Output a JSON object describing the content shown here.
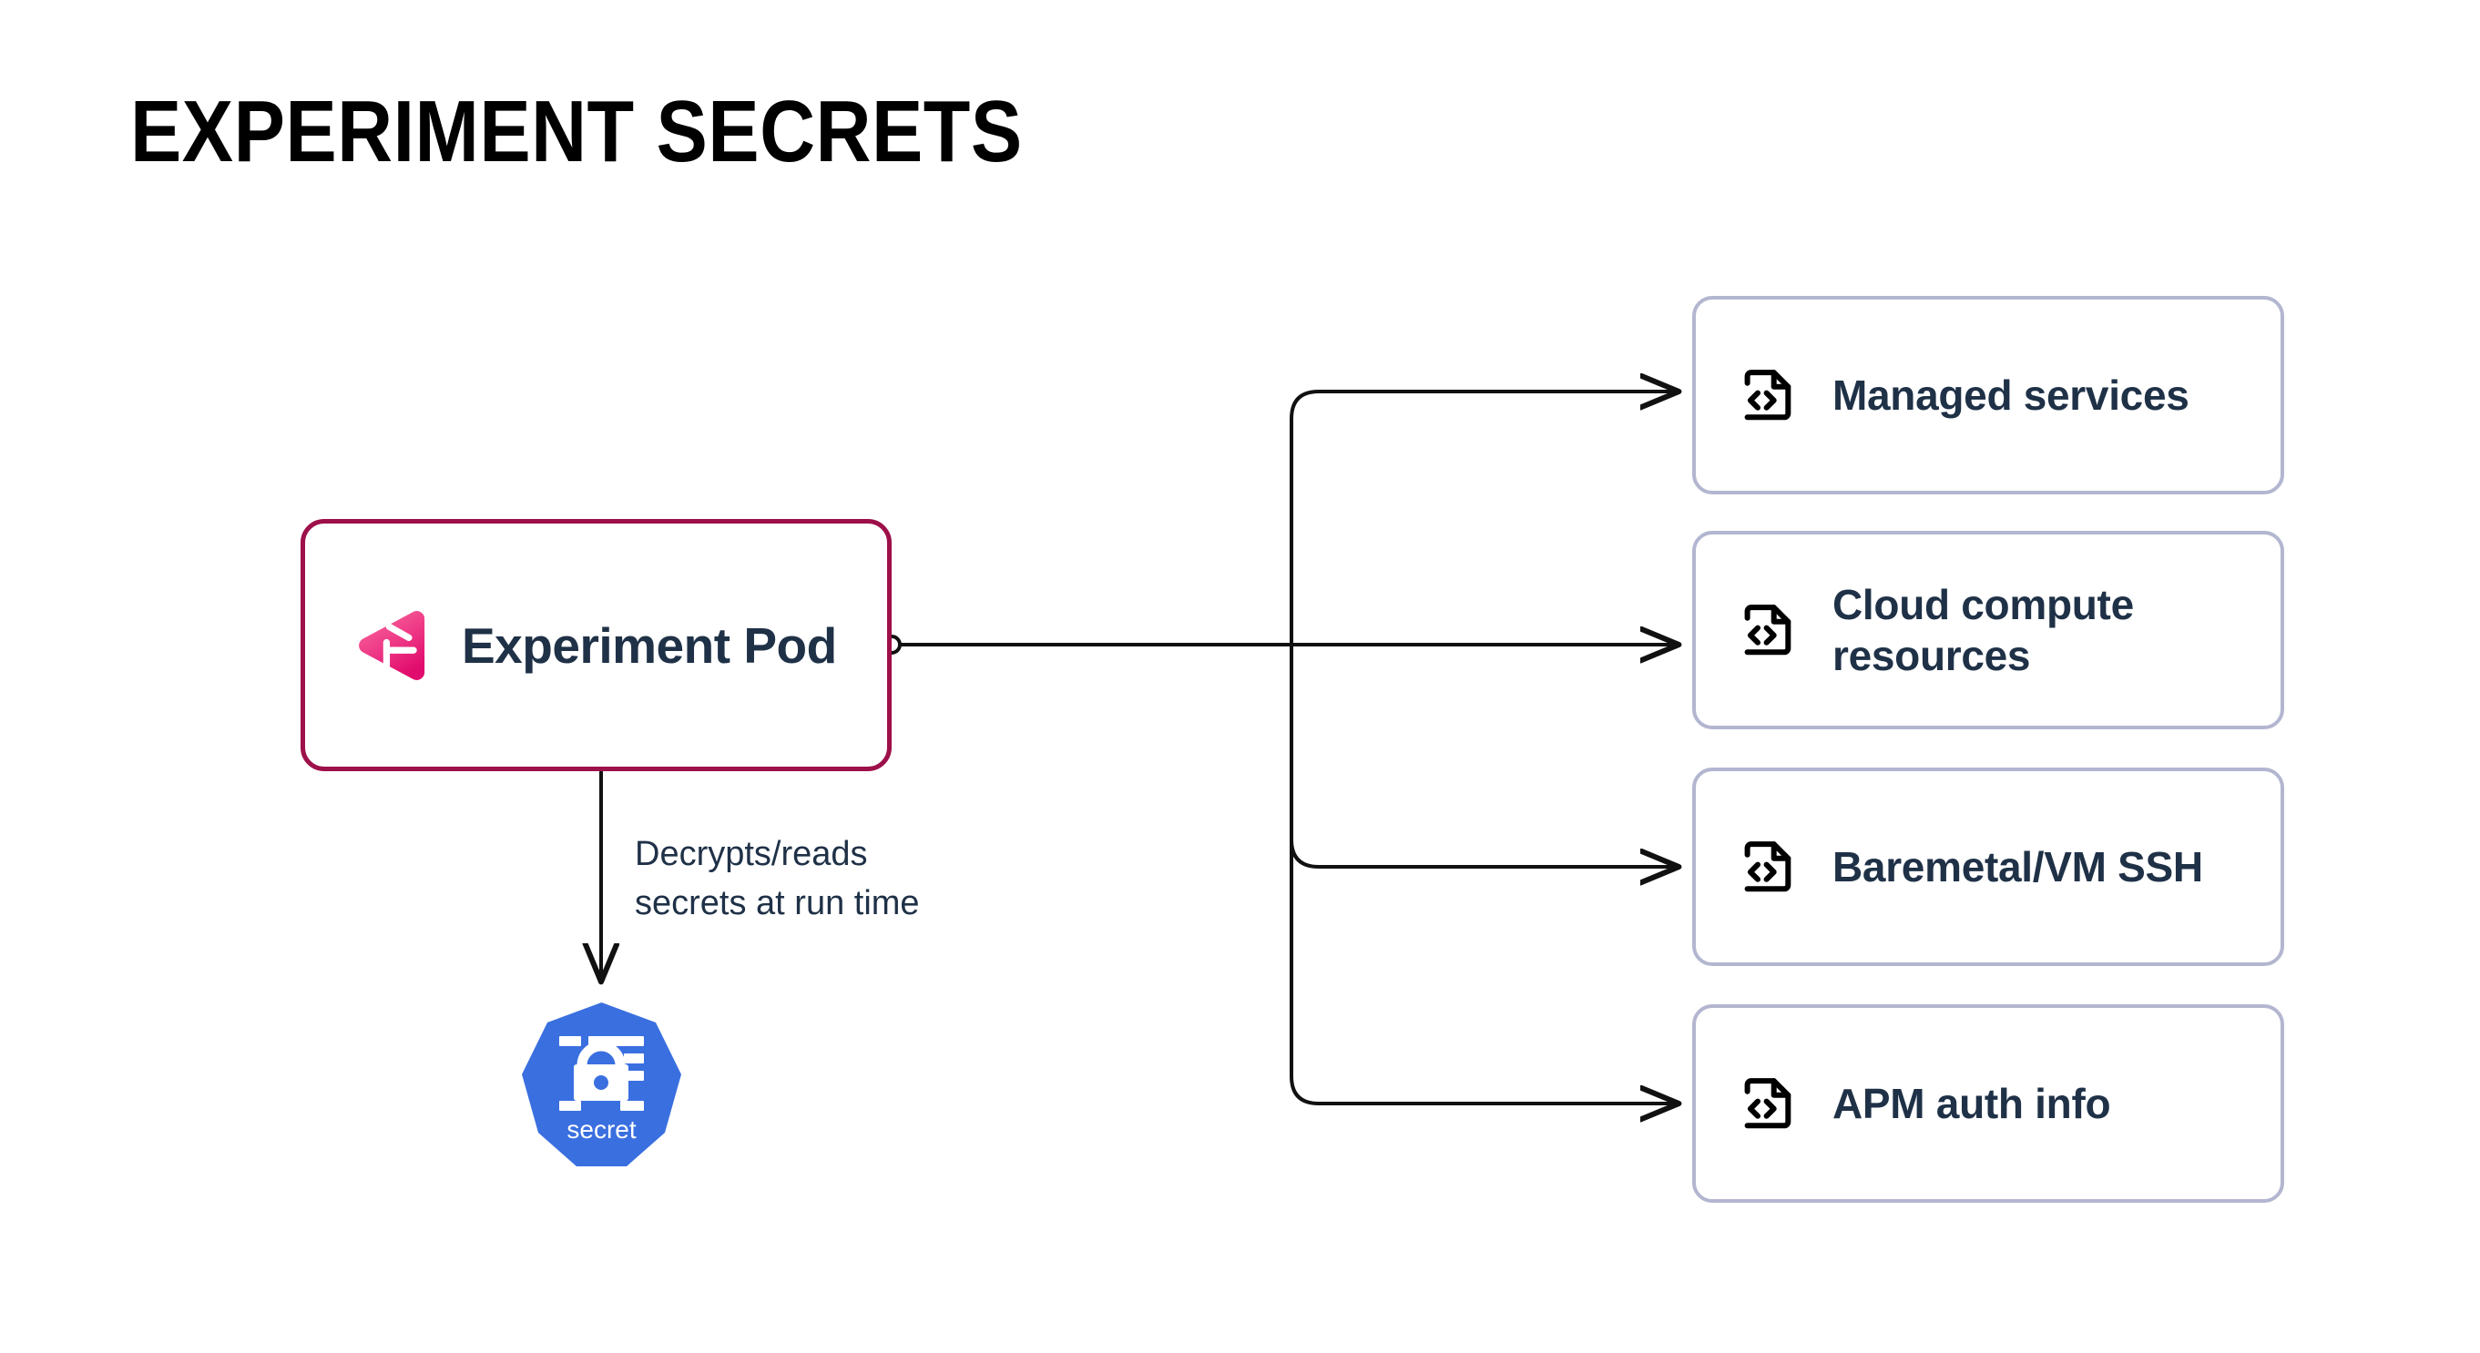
{
  "page": {
    "title": "EXPERIMENT SECRETS",
    "background_color": "#ffffff"
  },
  "colors": {
    "pod_border": "#9d1049",
    "pod_logo_pink_light": "#f4629b",
    "pod_logo_pink_dark": "#e01a73",
    "card_border": "#b3b6d0",
    "text_navy": "#1f3147",
    "connector": "#111111",
    "kubernetes_blue": "#3a6fe0",
    "title_color": "#000000"
  },
  "pod_node": {
    "label": "Experiment Pod",
    "logo_icon": "gremlin-logo-icon"
  },
  "secret_node": {
    "label": "secret",
    "icon": "kubernetes-secret-icon"
  },
  "annotations": {
    "decrypt_note_line1": "Decrypts/reads",
    "decrypt_note_line2": "secrets at run time"
  },
  "target_cards": [
    {
      "id": "managed-services",
      "label": "Managed services",
      "icon": "code-file-icon"
    },
    {
      "id": "cloud-compute",
      "label": "Cloud compute resources",
      "icon": "code-file-icon"
    },
    {
      "id": "baremetal-vm-ssh",
      "label": "Baremetal/VM SSH",
      "icon": "code-file-icon"
    },
    {
      "id": "apm-auth-info",
      "label": "APM auth info",
      "icon": "code-file-icon"
    }
  ],
  "connectors": {
    "pod_to_trunk": "horizontal-line-with-port-dot",
    "trunk_branch_count": 4,
    "pod_to_secret": "vertical-arrow-down"
  }
}
